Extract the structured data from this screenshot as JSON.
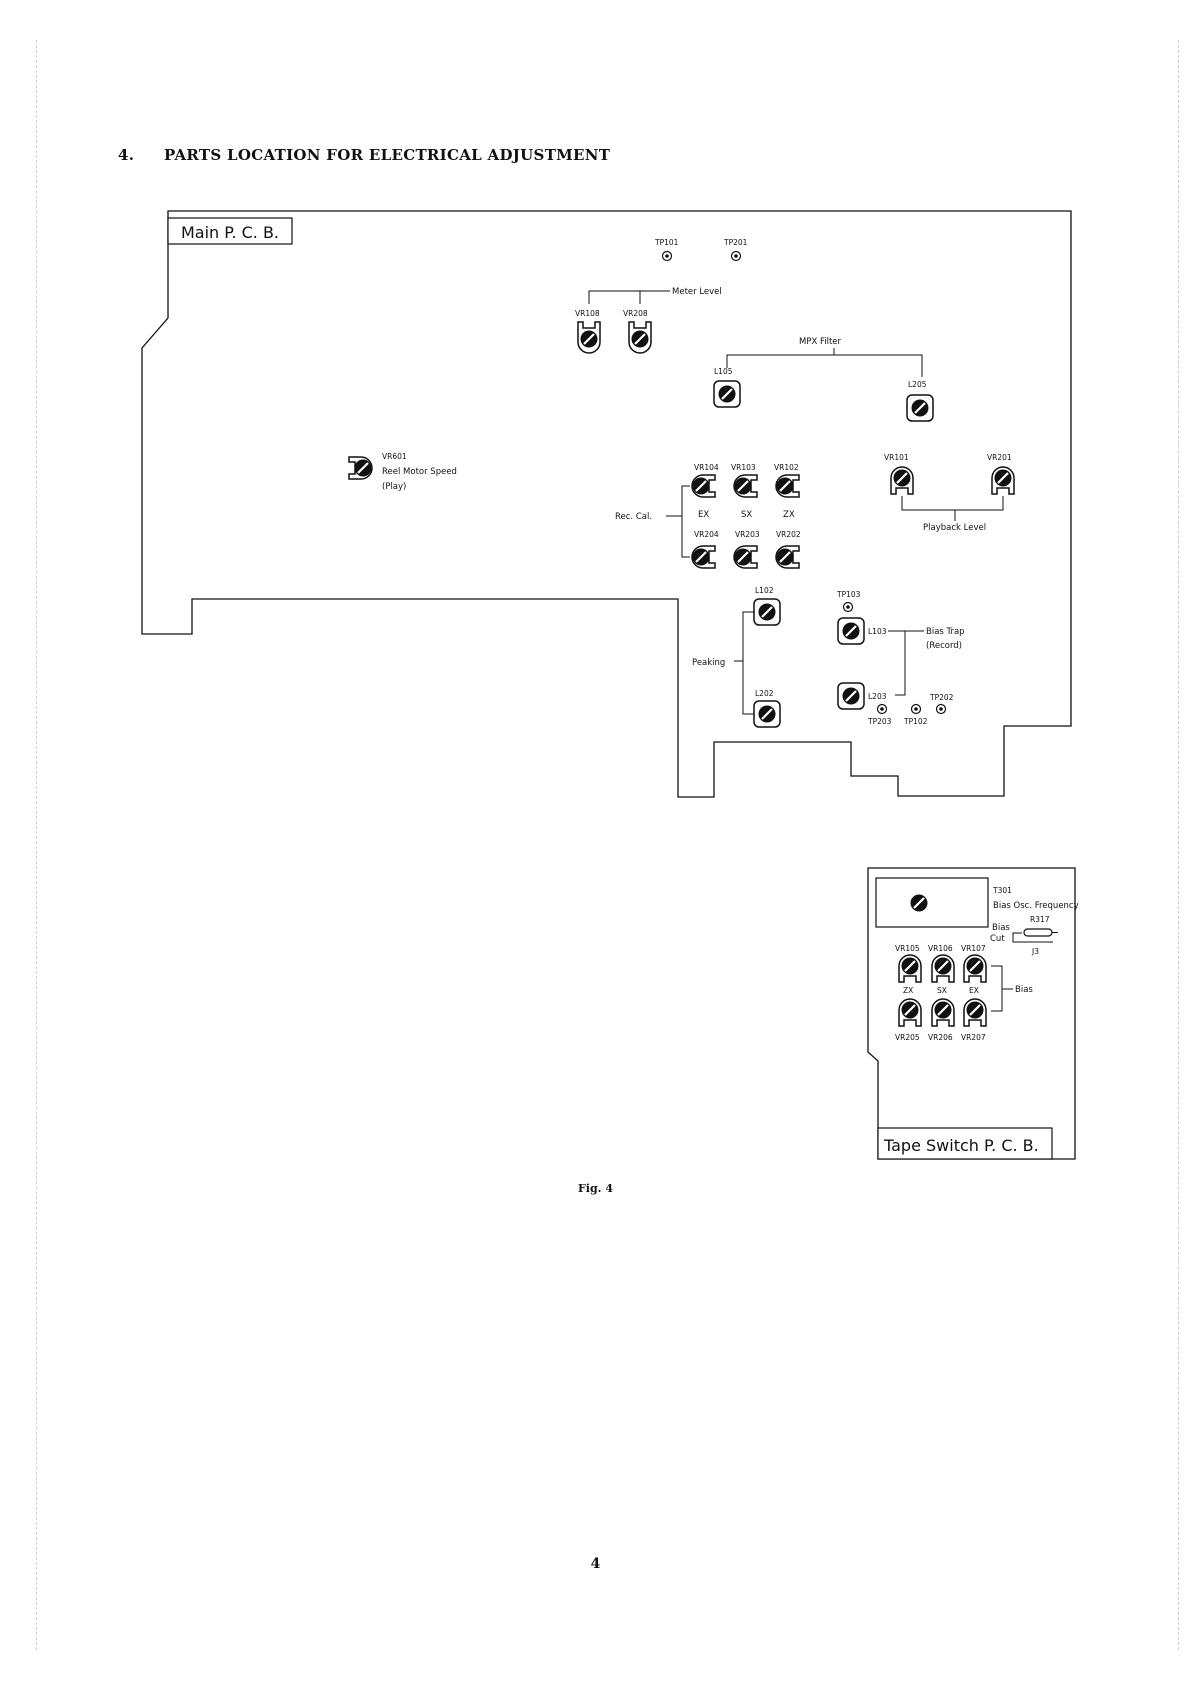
{
  "heading": {
    "number": "4.",
    "title": "PARTS LOCATION FOR ELECTRICAL ADJUSTMENT"
  },
  "main_board": {
    "name": "Main P. C. B.",
    "test_points": [
      "TP101",
      "TP201",
      "TP103",
      "TP202",
      "TP203",
      "TP102"
    ],
    "meter_level": {
      "label": "Meter Level",
      "controls": [
        "VR108",
        "VR208"
      ]
    },
    "mpx_filter": {
      "label": "MPX Filter",
      "controls": [
        "L105",
        "L205"
      ]
    },
    "reel_motor": {
      "control": "VR601",
      "line1": "Reel Motor Speed",
      "line2": "(Play)"
    },
    "rec_cal": {
      "label": "Rec. Cal.",
      "top_row": [
        "VR104",
        "VR103",
        "VR102"
      ],
      "bottom_row": [
        "VR204",
        "VR203",
        "VR202"
      ],
      "modes": [
        "EX",
        "SX",
        "ZX"
      ]
    },
    "playback_level": {
      "label": "Playback Level",
      "controls": [
        "VR101",
        "VR201"
      ]
    },
    "peaking": {
      "label": "Peaking",
      "controls": [
        "L102",
        "L202"
      ]
    },
    "bias_trap": {
      "line1": "Bias Trap",
      "line2": "(Record)",
      "controls": [
        "L103",
        "L203"
      ]
    }
  },
  "tape_switch_board": {
    "name": "Tape Switch P. C. B.",
    "oscillator": {
      "control": "T301",
      "label": "Bias Osc. Frequency"
    },
    "bias_cut": {
      "line1": "Bias",
      "line2": "Cut",
      "resistor": "R317",
      "jumper": "J3"
    },
    "bias": {
      "label": "Bias",
      "top_row": [
        "VR105",
        "VR106",
        "VR107"
      ],
      "bottom_row": [
        "VR205",
        "VR206",
        "VR207"
      ],
      "modes": [
        "ZX",
        "SX",
        "EX"
      ]
    }
  },
  "figure_caption": "Fig. 4",
  "page_number": "4"
}
